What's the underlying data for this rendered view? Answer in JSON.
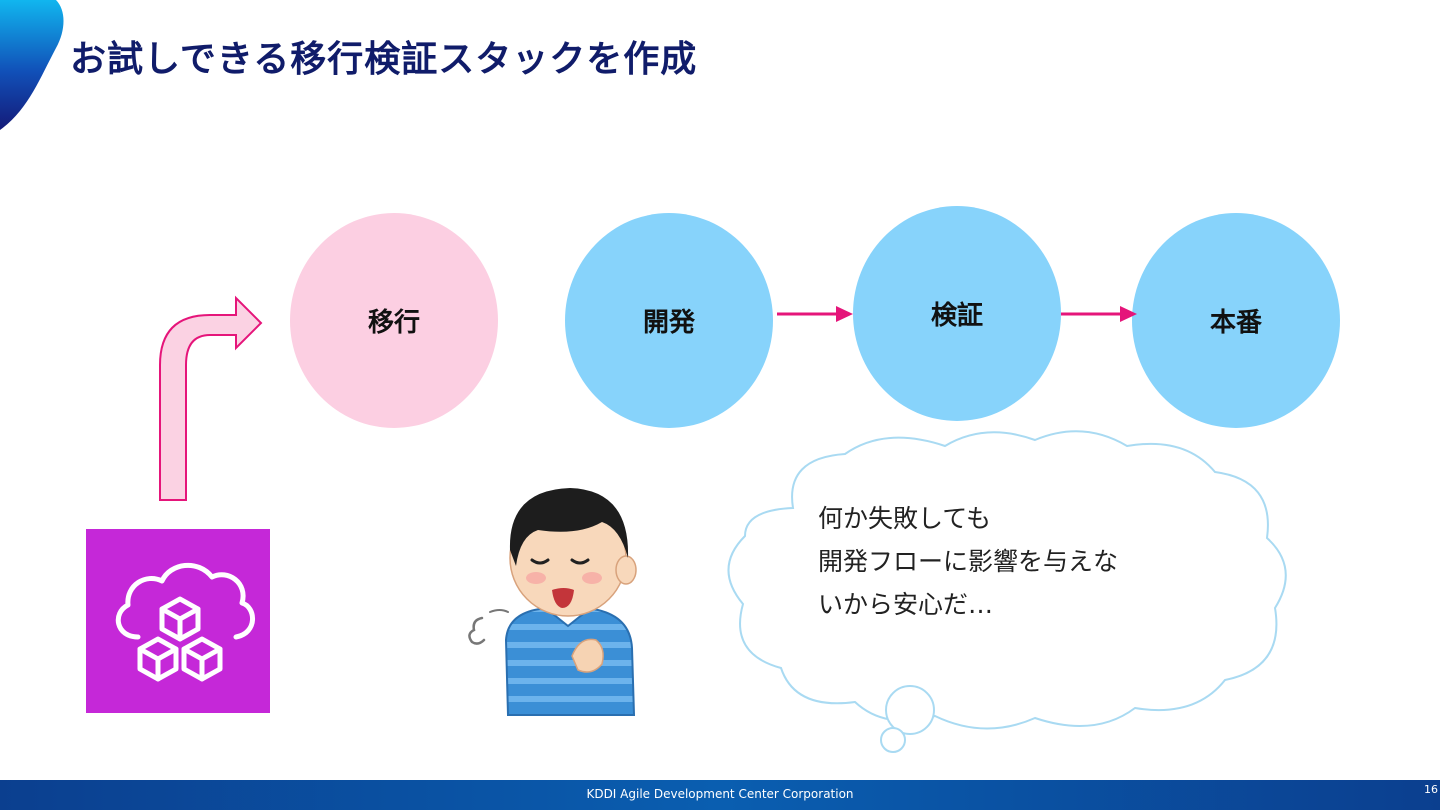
{
  "title": "お試しできる移行検証スタックを作成",
  "stages": {
    "migrate": "移行",
    "dev": "開発",
    "verify": "検証",
    "prod": "本番"
  },
  "bubble": {
    "lines": [
      "何か失敗しても",
      "開発フローに影響を与えな",
      "いから安心だ…"
    ]
  },
  "footer": {
    "company": "KDDI Agile Development Center Corporation",
    "page": "16"
  },
  "colors": {
    "title": "#101c6a",
    "pink_stage": "#fccfe2",
    "blue_stage": "#87d3fb",
    "arrow": "#e5157a",
    "service_tile": "#c528d8",
    "footer": "#0b4a9c"
  },
  "icons": {
    "service_tile": "cloud-cubes-icon",
    "person": "relieved-person-illustration"
  }
}
